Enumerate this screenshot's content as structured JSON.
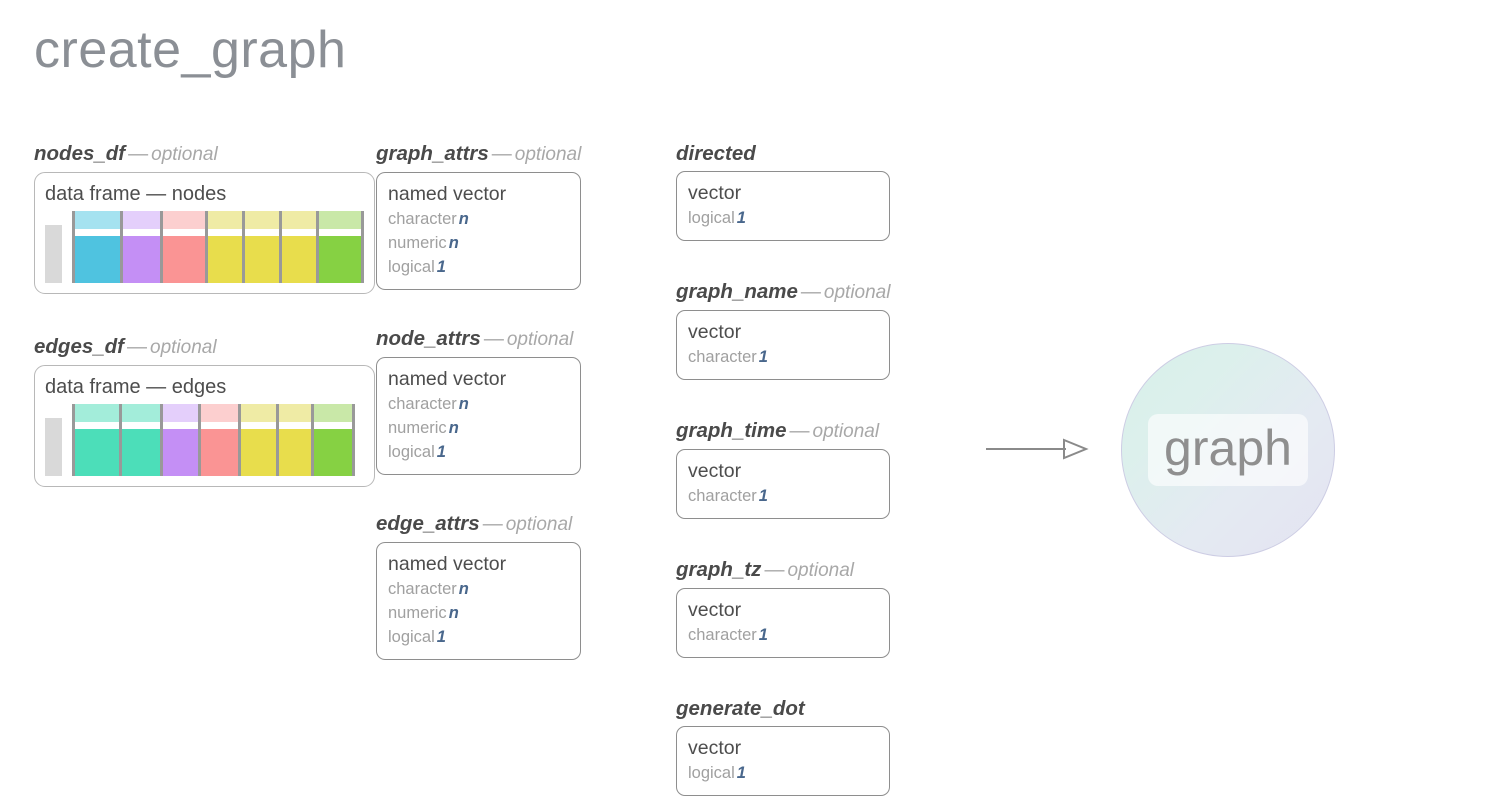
{
  "title": "create_graph",
  "colors": {
    "title_gray": "#8b8f95",
    "label_dark": "#4a4a4a",
    "label_muted": "#a8a8a8",
    "type_gray": "#a0a0a0",
    "cardinality_blue": "#49678c",
    "box_border": "#8e8e8e",
    "df_border": "#b8b8b8",
    "ghost_col": "#d9d9d9",
    "col_divider": "#999999",
    "arrow": "#8a8a8a",
    "circle_border": "#cdcde4",
    "circle_from": "#d8f1e9",
    "circle_to": "#e3e3f1",
    "blue": "#4fc3e0",
    "blue_light": "#a5e2f0",
    "teal": "#4cdeb9",
    "teal_light": "#a3edda",
    "purple": "#c48ff5",
    "purple_light": "#e4cffb",
    "salmon": "#fa9494",
    "salmon_light": "#fccfcf",
    "yellow": "#e8dd4c",
    "yellow_light": "#efeba5",
    "green": "#86d143",
    "green_light": "#c9e8a8"
  },
  "optional_suffix": "optional",
  "dash": "—",
  "columns": {
    "col1": [
      {
        "id": "nodes_df",
        "name": "nodes_df",
        "optional": true,
        "kind": "data-frame",
        "frame_title": "data frame — nodes",
        "ghost_column": true,
        "cells": [
          {
            "fill": "#4fc3e0",
            "header": "#a5e2f0",
            "width": 48
          },
          {
            "fill": "#c48ff5",
            "header": "#e4cffb",
            "width": 40
          },
          {
            "fill": "#fa9494",
            "header": "#fccfcf",
            "width": 45
          },
          {
            "fill": "#e8dd4c",
            "header": "#efeba5",
            "width": 37
          },
          {
            "fill": "#e8dd4c",
            "header": "#efeba5",
            "width": 37
          },
          {
            "fill": "#e8dd4c",
            "header": "#efeba5",
            "width": 37
          },
          {
            "fill": "#86d143",
            "header": "#c9e8a8",
            "width": 42
          }
        ]
      },
      {
        "id": "edges_df",
        "name": "edges_df",
        "optional": true,
        "kind": "data-frame",
        "frame_title": "data frame — edges",
        "ghost_column": true,
        "cells": [
          {
            "fill": "#4cdeb9",
            "header": "#a3edda",
            "width": 47
          },
          {
            "fill": "#4cdeb9",
            "header": "#a3edda",
            "width": 41
          },
          {
            "fill": "#c48ff5",
            "header": "#e4cffb",
            "width": 38
          },
          {
            "fill": "#fa9494",
            "header": "#fccfcf",
            "width": 40
          },
          {
            "fill": "#e8dd4c",
            "header": "#efeba5",
            "width": 38
          },
          {
            "fill": "#e8dd4c",
            "header": "#efeba5",
            "width": 35
          },
          {
            "fill": "#86d143",
            "header": "#c9e8a8",
            "width": 38
          }
        ]
      }
    ],
    "col2": [
      {
        "id": "graph_attrs",
        "name": "graph_attrs",
        "optional": true,
        "kind": "spec",
        "spec_head": "named vector",
        "spec_rows": [
          {
            "type": "character",
            "card": "n"
          },
          {
            "type": "numeric",
            "card": "n"
          },
          {
            "type": "logical",
            "card": "1"
          }
        ]
      },
      {
        "id": "node_attrs",
        "name": "node_attrs",
        "optional": true,
        "kind": "spec",
        "spec_head": "named vector",
        "spec_rows": [
          {
            "type": "character",
            "card": "n"
          },
          {
            "type": "numeric",
            "card": "n"
          },
          {
            "type": "logical",
            "card": "1"
          }
        ]
      },
      {
        "id": "edge_attrs",
        "name": "edge_attrs",
        "optional": true,
        "kind": "spec",
        "spec_head": "named vector",
        "spec_rows": [
          {
            "type": "character",
            "card": "n"
          },
          {
            "type": "numeric",
            "card": "n"
          },
          {
            "type": "logical",
            "card": "1"
          }
        ]
      }
    ],
    "col3": [
      {
        "id": "directed",
        "name": "directed",
        "optional": false,
        "kind": "spec",
        "spec_head": "vector",
        "spec_rows": [
          {
            "type": "logical",
            "card": "1"
          }
        ]
      },
      {
        "id": "graph_name",
        "name": "graph_name",
        "optional": true,
        "kind": "spec",
        "spec_head": "vector",
        "spec_rows": [
          {
            "type": "character",
            "card": "1"
          }
        ]
      },
      {
        "id": "graph_time",
        "name": "graph_time",
        "optional": true,
        "kind": "spec",
        "spec_head": "vector",
        "spec_rows": [
          {
            "type": "character",
            "card": "1"
          }
        ]
      },
      {
        "id": "graph_tz",
        "name": "graph_tz",
        "optional": true,
        "kind": "spec",
        "spec_head": "vector",
        "spec_rows": [
          {
            "type": "character",
            "card": "1"
          }
        ]
      },
      {
        "id": "generate_dot",
        "name": "generate_dot",
        "optional": false,
        "kind": "spec",
        "spec_head": "vector",
        "spec_rows": [
          {
            "type": "logical",
            "card": "1"
          }
        ]
      }
    ]
  },
  "output": {
    "label": "graph",
    "arrow_icon": "arrow-right-open"
  }
}
